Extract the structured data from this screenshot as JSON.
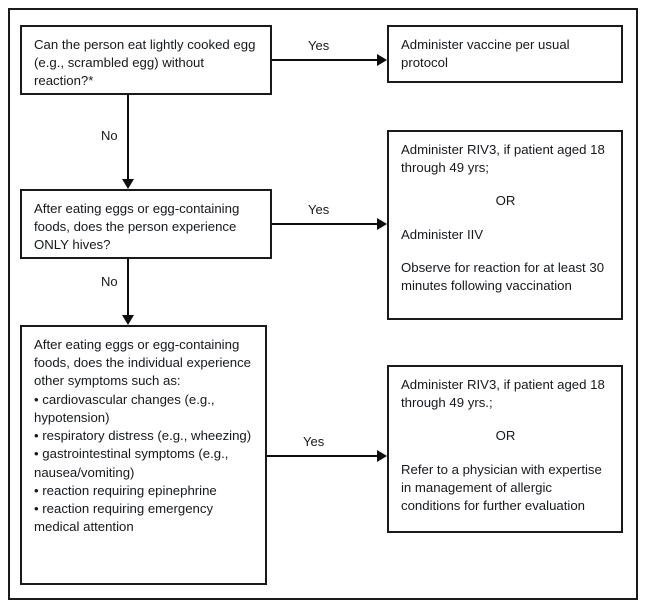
{
  "figure": {
    "type": "flowchart",
    "orientation": "top-to-bottom with right branches"
  },
  "nodes": {
    "q1": {
      "id": "question-1",
      "lines": [
        "Can the person eat lightly cooked egg (e.g., scrambled egg) without reaction?*"
      ]
    },
    "a1": {
      "id": "outcome-1",
      "lines": [
        "Administer vaccine per usual protocol"
      ]
    },
    "q2": {
      "id": "question-2",
      "lines": [
        "After eating eggs or egg-containing foods, does the person experience ONLY hives?"
      ]
    },
    "a2": {
      "id": "outcome-2",
      "line1": "Administer RIV3, if patient aged 18 through 49 yrs;",
      "or": "OR",
      "line2": "Administer IIV",
      "line3": "Observe for reaction for at least 30 minutes following vaccination"
    },
    "q3": {
      "id": "question-3",
      "intro": "After eating eggs or egg-containing foods, does the individual experience other symptoms such as:",
      "bullets": [
        "cardiovascular changes (e.g., hypotension)",
        "respiratory distress (e.g., wheezing)",
        "gastrointestinal symptoms (e.g., nausea/vomiting)",
        "reaction requiring epinephrine",
        "reaction requiring emergency medical attention"
      ]
    },
    "a3": {
      "id": "outcome-3",
      "line1": "Administer RIV3, if patient aged 18 through 49 yrs.;",
      "or": "OR",
      "line2": "Refer to a physician with expertise in management of allergic conditions for further evaluation"
    }
  },
  "edges": {
    "q1_yes": "Yes",
    "q1_no": "No",
    "q2_yes": "Yes",
    "q2_no": "No",
    "q3_yes": "Yes"
  },
  "colors": {
    "border": "#1a1a1a",
    "connector": "#0d0d0d",
    "text": "#15181c",
    "background": "#ffffff"
  }
}
